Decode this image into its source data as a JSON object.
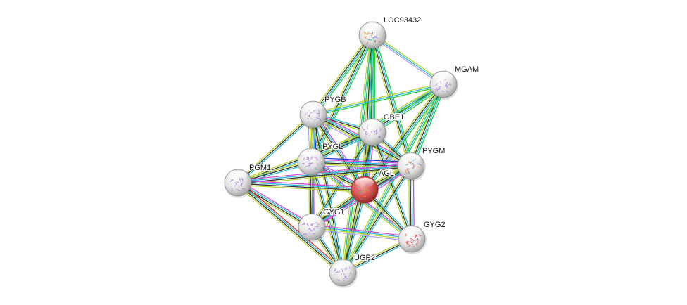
{
  "diagram": {
    "type": "protein-interaction-network",
    "edge_colors": {
      "experiments": "#d946d9",
      "databases": "#22b8d8",
      "textmining": "#b8d42a",
      "coexpression": "#333333",
      "neighborhood": "#22cc33",
      "homology": "#a9a0f0",
      "fusion": "#ee2222",
      "curated": "#2e37d8"
    },
    "nodes": [
      {
        "id": "LOC93432",
        "label": "LOC93432",
        "fill": "#e8e8e8",
        "structure": "rainbow"
      },
      {
        "id": "MGAM",
        "label": "MGAM",
        "fill": "#e8e8e8",
        "structure": "purple"
      },
      {
        "id": "PYGB",
        "label": "PYGB",
        "fill": "#e8e8e8",
        "structure": "purple"
      },
      {
        "id": "GBE1",
        "label": "GBE1",
        "fill": "#e8e8e8",
        "structure": "purple"
      },
      {
        "id": "PYGL",
        "label": "PYGL",
        "fill": "#e8e8e8",
        "structure": "purple"
      },
      {
        "id": "PGM1",
        "label": "PGM1",
        "fill": "#e8e8e8",
        "structure": "purple"
      },
      {
        "id": "PYGM",
        "label": "PYGM",
        "fill": "#e8e8e8",
        "structure": "rainbow"
      },
      {
        "id": "AGL",
        "label": "AGL",
        "fill": "#d9534f",
        "structure": "rainbow",
        "query": true
      },
      {
        "id": "GYG1",
        "label": "GYG1",
        "fill": "#e8e8e8",
        "structure": "purple"
      },
      {
        "id": "GYG2",
        "label": "GYG2",
        "fill": "#e8e8e8",
        "structure": "red"
      },
      {
        "id": "UGP2",
        "label": "UGP2",
        "fill": "#e8e8e8",
        "structure": "purple"
      }
    ],
    "edges": [
      {
        "source": "LOC93432",
        "target": "MGAM",
        "types": [
          "textmining",
          "databases",
          "homology"
        ]
      },
      {
        "source": "LOC93432",
        "target": "PYGB",
        "types": [
          "neighborhood",
          "databases",
          "coexpression",
          "textmining"
        ]
      },
      {
        "source": "LOC93432",
        "target": "GBE1",
        "types": [
          "neighborhood",
          "databases",
          "coexpression",
          "textmining"
        ]
      },
      {
        "source": "LOC93432",
        "target": "PYGL",
        "types": [
          "neighborhood",
          "databases",
          "coexpression",
          "textmining"
        ]
      },
      {
        "source": "LOC93432",
        "target": "PYGM",
        "types": [
          "neighborhood",
          "databases",
          "coexpression",
          "textmining"
        ]
      },
      {
        "source": "LOC93432",
        "target": "AGL",
        "types": [
          "neighborhood",
          "databases",
          "coexpression",
          "textmining"
        ]
      },
      {
        "source": "LOC93432",
        "target": "UGP2",
        "types": [
          "neighborhood",
          "databases",
          "textmining"
        ]
      },
      {
        "source": "MGAM",
        "target": "PYGB",
        "types": [
          "neighborhood",
          "databases",
          "textmining"
        ]
      },
      {
        "source": "MGAM",
        "target": "GBE1",
        "types": [
          "neighborhood",
          "databases",
          "coexpression",
          "textmining"
        ]
      },
      {
        "source": "MGAM",
        "target": "PYGL",
        "types": [
          "neighborhood",
          "databases",
          "textmining"
        ]
      },
      {
        "source": "MGAM",
        "target": "PYGM",
        "types": [
          "neighborhood",
          "databases",
          "coexpression",
          "textmining"
        ]
      },
      {
        "source": "MGAM",
        "target": "AGL",
        "types": [
          "neighborhood",
          "databases",
          "coexpression",
          "textmining"
        ]
      },
      {
        "source": "MGAM",
        "target": "UGP2",
        "types": [
          "neighborhood",
          "databases",
          "textmining"
        ]
      },
      {
        "source": "PYGB",
        "target": "GBE1",
        "types": [
          "databases",
          "coexpression",
          "textmining"
        ]
      },
      {
        "source": "PYGB",
        "target": "PYGL",
        "types": [
          "curated",
          "experiments",
          "databases",
          "coexpression",
          "textmining",
          "homology"
        ]
      },
      {
        "source": "PYGB",
        "target": "PYGM",
        "types": [
          "experiments",
          "databases",
          "coexpression",
          "textmining",
          "homology"
        ]
      },
      {
        "source": "PYGB",
        "target": "AGL",
        "types": [
          "experiments",
          "databases",
          "coexpression",
          "textmining"
        ]
      },
      {
        "source": "PYGB",
        "target": "PGM1",
        "types": [
          "databases",
          "coexpression",
          "textmining"
        ]
      },
      {
        "source": "PYGB",
        "target": "GYG1",
        "types": [
          "databases",
          "coexpression",
          "textmining"
        ]
      },
      {
        "source": "PYGB",
        "target": "UGP2",
        "types": [
          "databases",
          "coexpression",
          "textmining"
        ]
      },
      {
        "source": "GBE1",
        "target": "PYGL",
        "types": [
          "databases",
          "coexpression",
          "textmining"
        ]
      },
      {
        "source": "GBE1",
        "target": "PYGM",
        "types": [
          "databases",
          "coexpression",
          "textmining"
        ]
      },
      {
        "source": "GBE1",
        "target": "AGL",
        "types": [
          "experiments",
          "databases",
          "coexpression",
          "textmining"
        ]
      },
      {
        "source": "GBE1",
        "target": "PGM1",
        "types": [
          "databases",
          "coexpression",
          "textmining"
        ]
      },
      {
        "source": "GBE1",
        "target": "GYG1",
        "types": [
          "databases",
          "coexpression",
          "textmining"
        ]
      },
      {
        "source": "GBE1",
        "target": "GYG2",
        "types": [
          "databases",
          "coexpression",
          "textmining"
        ]
      },
      {
        "source": "GBE1",
        "target": "UGP2",
        "types": [
          "databases",
          "coexpression",
          "textmining"
        ]
      },
      {
        "source": "PYGL",
        "target": "PYGM",
        "types": [
          "curated",
          "experiments",
          "databases",
          "coexpression",
          "textmining",
          "homology"
        ]
      },
      {
        "source": "PYGL",
        "target": "AGL",
        "types": [
          "experiments",
          "databases",
          "coexpression",
          "textmining"
        ]
      },
      {
        "source": "PYGL",
        "target": "PGM1",
        "types": [
          "databases",
          "coexpression",
          "textmining"
        ]
      },
      {
        "source": "PYGL",
        "target": "GYG1",
        "types": [
          "experiments",
          "databases",
          "coexpression",
          "textmining"
        ]
      },
      {
        "source": "PYGL",
        "target": "GYG2",
        "types": [
          "experiments",
          "databases",
          "textmining"
        ]
      },
      {
        "source": "PYGL",
        "target": "UGP2",
        "types": [
          "databases",
          "coexpression",
          "textmining"
        ]
      },
      {
        "source": "PGM1",
        "target": "PYGM",
        "types": [
          "experiments",
          "databases",
          "coexpression",
          "textmining"
        ]
      },
      {
        "source": "PGM1",
        "target": "AGL",
        "types": [
          "experiments",
          "databases",
          "coexpression",
          "textmining"
        ]
      },
      {
        "source": "PGM1",
        "target": "GYG1",
        "types": [
          "experiments",
          "databases",
          "coexpression",
          "textmining"
        ]
      },
      {
        "source": "PGM1",
        "target": "UGP2",
        "types": [
          "fusion",
          "databases",
          "coexpression",
          "textmining"
        ]
      },
      {
        "source": "PYGM",
        "target": "AGL",
        "types": [
          "experiments",
          "databases",
          "coexpression",
          "textmining"
        ]
      },
      {
        "source": "PYGM",
        "target": "GYG1",
        "types": [
          "experiments",
          "databases",
          "coexpression",
          "textmining"
        ]
      },
      {
        "source": "PYGM",
        "target": "GYG2",
        "types": [
          "experiments",
          "databases",
          "coexpression",
          "textmining"
        ]
      },
      {
        "source": "PYGM",
        "target": "UGP2",
        "types": [
          "databases",
          "coexpression",
          "textmining"
        ]
      },
      {
        "source": "AGL",
        "target": "GYG1",
        "types": [
          "experiments",
          "databases",
          "coexpression",
          "textmining"
        ]
      },
      {
        "source": "AGL",
        "target": "GYG2",
        "types": [
          "databases",
          "coexpression",
          "textmining"
        ]
      },
      {
        "source": "AGL",
        "target": "UGP2",
        "types": [
          "databases",
          "coexpression",
          "textmining"
        ]
      },
      {
        "source": "GYG1",
        "target": "GYG2",
        "types": [
          "experiments",
          "databases",
          "textmining",
          "homology"
        ]
      },
      {
        "source": "GYG1",
        "target": "UGP2",
        "types": [
          "databases",
          "coexpression",
          "textmining"
        ]
      },
      {
        "source": "GYG2",
        "target": "UGP2",
        "types": [
          "databases",
          "coexpression",
          "textmining"
        ]
      }
    ]
  }
}
